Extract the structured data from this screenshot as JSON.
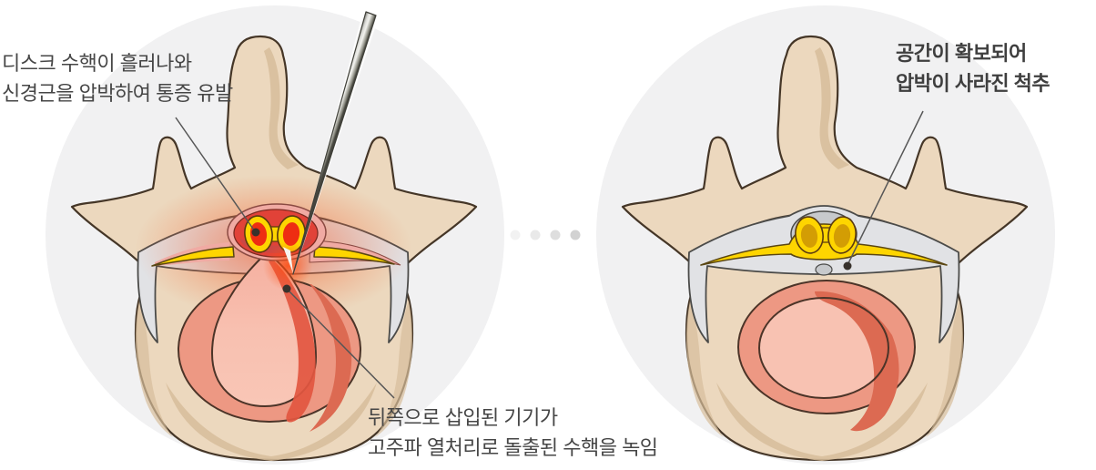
{
  "annotations": {
    "before_top": {
      "line1": "디스크 수핵이 흘러나와",
      "line2": "신경근을 압박하여 통증 유발"
    },
    "before_bottom": {
      "line1": "뒤쪽으로 삽입된 기기가",
      "line2": "고주파 열처리로 돌출된 수핵을 녹임"
    },
    "after": {
      "line1": "공간이 확보되어",
      "line2": "압박이 사라진 척추"
    }
  },
  "separator": {
    "dot_colors": [
      "#f2f2f2",
      "#e9e9e9",
      "#dedede",
      "#d2d2d2"
    ]
  },
  "colors": {
    "page_bg": "#ffffff",
    "circle_bg": "#f1f1f2",
    "bone": "#ecd8be",
    "bone_shade": "#d7bd9b",
    "outline": "#453627",
    "band_gray": "#e1e2e5",
    "band_gray_dark": "#c7c9cc",
    "nerve_yellow": "#fed500",
    "cord_inflamed": "#ee2d12",
    "cord_normal": "#d39d04",
    "sac_red": "#e14238",
    "sac_crimson": "#cc4744",
    "sac_rim_pink": "#f0aaa3",
    "disc_outer": "#ed9883",
    "disc_inner": "#f8c2b2",
    "disc_dark": "#dc6a52",
    "hernia_dark": "#e25640",
    "glow": "#f25020",
    "needle_light": "#ececea",
    "needle_dark": "#45453e",
    "leader_line": "#565656",
    "text": "#464646"
  }
}
